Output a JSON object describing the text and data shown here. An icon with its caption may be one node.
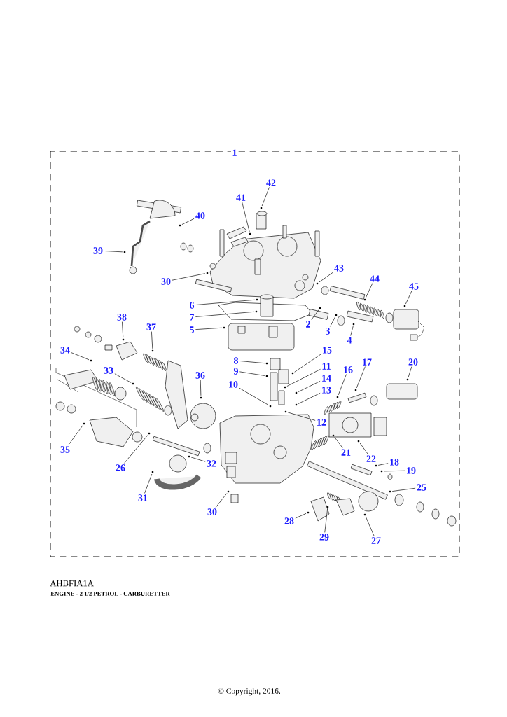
{
  "diagram": {
    "caption": "ENGINE - 2 1/2 PETROL - CARBURETTER",
    "nodes": [
      {
        "text": [
          "42"
        ]
      },
      {
        "text": [
          "41"
        ]
      },
      {
        "text": [
          "40"
        ]
      },
      {
        "text": [
          "39"
        ]
      },
      {
        "text": [
          "30"
        ]
      },
      {
        "text": [
          "43"
        ]
      },
      {
        "text": [
          "44"
        ]
      },
      {
        "text": [
          "45"
        ]
      },
      {
        "text": [
          "6"
        ]
      },
      {
        "text": [
          "7"
        ]
      },
      {
        "text": [
          "2"
        ]
      },
      {
        "text": [
          "3"
        ]
      },
      {
        "text": [
          "4"
        ]
      },
      {
        "text": [
          "5"
        ]
      },
      {
        "text": [
          "38"
        ]
      },
      {
        "text": [
          "37"
        ]
      },
      {
        "text": [
          "34"
        ]
      },
      {
        "text": [
          "33"
        ]
      },
      {
        "text": [
          "36"
        ]
      },
      {
        "text": [
          "8"
        ]
      },
      {
        "text": [
          "9"
        ]
      },
      {
        "text": [
          "10"
        ]
      },
      {
        "text": [
          "15"
        ]
      },
      {
        "text": [
          "11"
        ]
      },
      {
        "text": [
          "14"
        ]
      },
      {
        "text": [
          "13"
        ]
      },
      {
        "text": [
          "16"
        ]
      },
      {
        "text": [
          "17"
        ]
      },
      {
        "text": [
          "20"
        ]
      },
      {
        "text": [
          "12"
        ]
      },
      {
        "text": [
          "35"
        ]
      },
      {
        "text": [
          "21"
        ]
      },
      {
        "text": [
          "22"
        ]
      },
      {
        "text": [
          "18"
        ]
      },
      {
        "text": [
          "19"
        ]
      },
      {
        "text": [
          "25"
        ]
      },
      {
        "text": [
          "26"
        ]
      },
      {
        "text": [
          "32"
        ]
      },
      {
        "text": [
          "31"
        ]
      },
      {
        "text": [
          "30"
        ]
      },
      {
        "text": [
          "28"
        ]
      },
      {
        "text": [
          "29"
        ]
      },
      {
        "text": [
          "27"
        ]
      },
      {
        "text": [],
        "shape": "circle"
      },
      {
        "text": [],
        "shape": "circle"
      },
      {
        "text": [],
        "shape": "circle"
      },
      {
        "text": [],
        "shape": "circle"
      },
      {
        "text": [],
        "shape": "circle"
      },
      {
        "text": [],
        "shape": "circle"
      },
      {
        "text": [],
        "shape": "circle"
      },
      {
        "text": [],
        "shape": "circle"
      },
      {
        "text": [],
        "shape": "circle"
      },
      {
        "text": [],
        "shape": "circle"
      },
      {
        "text": [],
        "shape": "circle"
      },
      {
        "text": [],
        "shape": "circle"
      },
      {
        "text": [],
        "shape": "circle"
      },
      {
        "text": [],
        "shape": "circle"
      },
      {
        "text": [],
        "shape": "circle"
      },
      {
        "text": [],
        "shape": "circle"
      },
      {
        "text": [],
        "shape": "circle"
      },
      {
        "text": [],
        "shape": "circle"
      },
      {
        "text": [],
        "shape": "circle"
      },
      {
        "text": [],
        "shape": "circle"
      },
      {
        "text": [],
        "shape": "circle"
      },
      {
        "text": [],
        "shape": "circle"
      },
      {
        "text": [],
        "shape": "circle"
      },
      {
        "text": [],
        "shape": "circle"
      },
      {
        "text": [],
        "shape": "circle"
      },
      {
        "text": [],
        "shape": "circle"
      },
      {
        "text": [],
        "shape": "circle"
      },
      {
        "text": [],
        "shape": "circle"
      },
      {
        "text": [],
        "shape": "circle"
      },
      {
        "text": [],
        "shape": "circle"
      },
      {
        "text": [],
        "shape": "circle"
      },
      {
        "text": [],
        "shape": "circle"
      },
      {
        "text": [],
        "shape": "circle"
      },
      {
        "text": [],
        "shape": "circle"
      },
      {
        "text": [],
        "shape": "circle"
      },
      {
        "text": [],
        "shape": "circle"
      },
      {
        "text": [],
        "shape": "circle"
      },
      {
        "text": [],
        "shape": "circle"
      },
      {
        "text": [],
        "shape": "circle"
      },
      {
        "text": [],
        "shape": "circle"
      },
      {
        "text": [],
        "shape": "circle"
      },
      {
        "text": [],
        "shape": "circle"
      },
      {
        "text": [],
        "shape": "circle"
      }
    ],
    "edges": [
      {
        "from": 0,
        "to": 43,
        "arrow": "none"
      },
      {
        "from": 1,
        "to": 44,
        "arrow": "none"
      },
      {
        "from": 2,
        "to": 45,
        "arrow": "none"
      },
      {
        "from": 3,
        "to": 46,
        "arrow": "none"
      },
      {
        "from": 4,
        "to": 47,
        "arrow": "none"
      },
      {
        "from": 5,
        "to": 48,
        "arrow": "none"
      },
      {
        "from": 6,
        "to": 49,
        "arrow": "none"
      },
      {
        "from": 7,
        "to": 50,
        "arrow": "none"
      },
      {
        "from": 8,
        "to": 51,
        "arrow": "none"
      },
      {
        "from": 9,
        "to": 52,
        "arrow": "none"
      },
      {
        "from": 10,
        "to": 53,
        "arrow": "none"
      },
      {
        "from": 11,
        "to": 54,
        "arrow": "none"
      },
      {
        "from": 12,
        "to": 55,
        "arrow": "none"
      },
      {
        "from": 13,
        "to": 56,
        "arrow": "none"
      },
      {
        "from": 14,
        "to": 57,
        "arrow": "none"
      },
      {
        "from": 15,
        "to": 58,
        "arrow": "none"
      },
      {
        "from": 16,
        "to": 59,
        "arrow": "none"
      },
      {
        "from": 17,
        "to": 60,
        "arrow": "none"
      },
      {
        "from": 18,
        "to": 61,
        "arrow": "none"
      },
      {
        "from": 19,
        "to": 62,
        "arrow": "none"
      },
      {
        "from": 20,
        "to": 63,
        "arrow": "none"
      },
      {
        "from": 21,
        "to": 64,
        "arrow": "none"
      },
      {
        "from": 22,
        "to": 65,
        "arrow": "none"
      },
      {
        "from": 23,
        "to": 66,
        "arrow": "none"
      },
      {
        "from": 24,
        "to": 67,
        "arrow": "none"
      },
      {
        "from": 25,
        "to": 68,
        "arrow": "none"
      },
      {
        "from": 26,
        "to": 69,
        "arrow": "none"
      },
      {
        "from": 27,
        "to": 70,
        "arrow": "none"
      },
      {
        "from": 28,
        "to": 71,
        "arrow": "none"
      },
      {
        "from": 29,
        "to": 72,
        "arrow": "none"
      },
      {
        "from": 30,
        "to": 73,
        "arrow": "none"
      },
      {
        "from": 31,
        "to": 74,
        "arrow": "none"
      },
      {
        "from": 32,
        "to": 75,
        "arrow": "none"
      },
      {
        "from": 33,
        "to": 76,
        "arrow": "none"
      },
      {
        "from": 34,
        "to": 77,
        "arrow": "none"
      },
      {
        "from": 35,
        "to": 78,
        "arrow": "none"
      },
      {
        "from": 36,
        "to": 79,
        "arrow": "none"
      },
      {
        "from": 37,
        "to": 80,
        "arrow": "none"
      },
      {
        "from": 38,
        "to": 81,
        "arrow": "none"
      },
      {
        "from": 39,
        "to": 82,
        "arrow": "none"
      },
      {
        "from": 40,
        "to": 83,
        "arrow": "none"
      },
      {
        "from": 41,
        "to": 84,
        "arrow": "none"
      },
      {
        "from": 42,
        "to": 85,
        "arrow": "none"
      }
    ],
    "labels": [
      "1",
      "AHBFIA1A",
      "© Copyright, 2016."
    ]
  }
}
